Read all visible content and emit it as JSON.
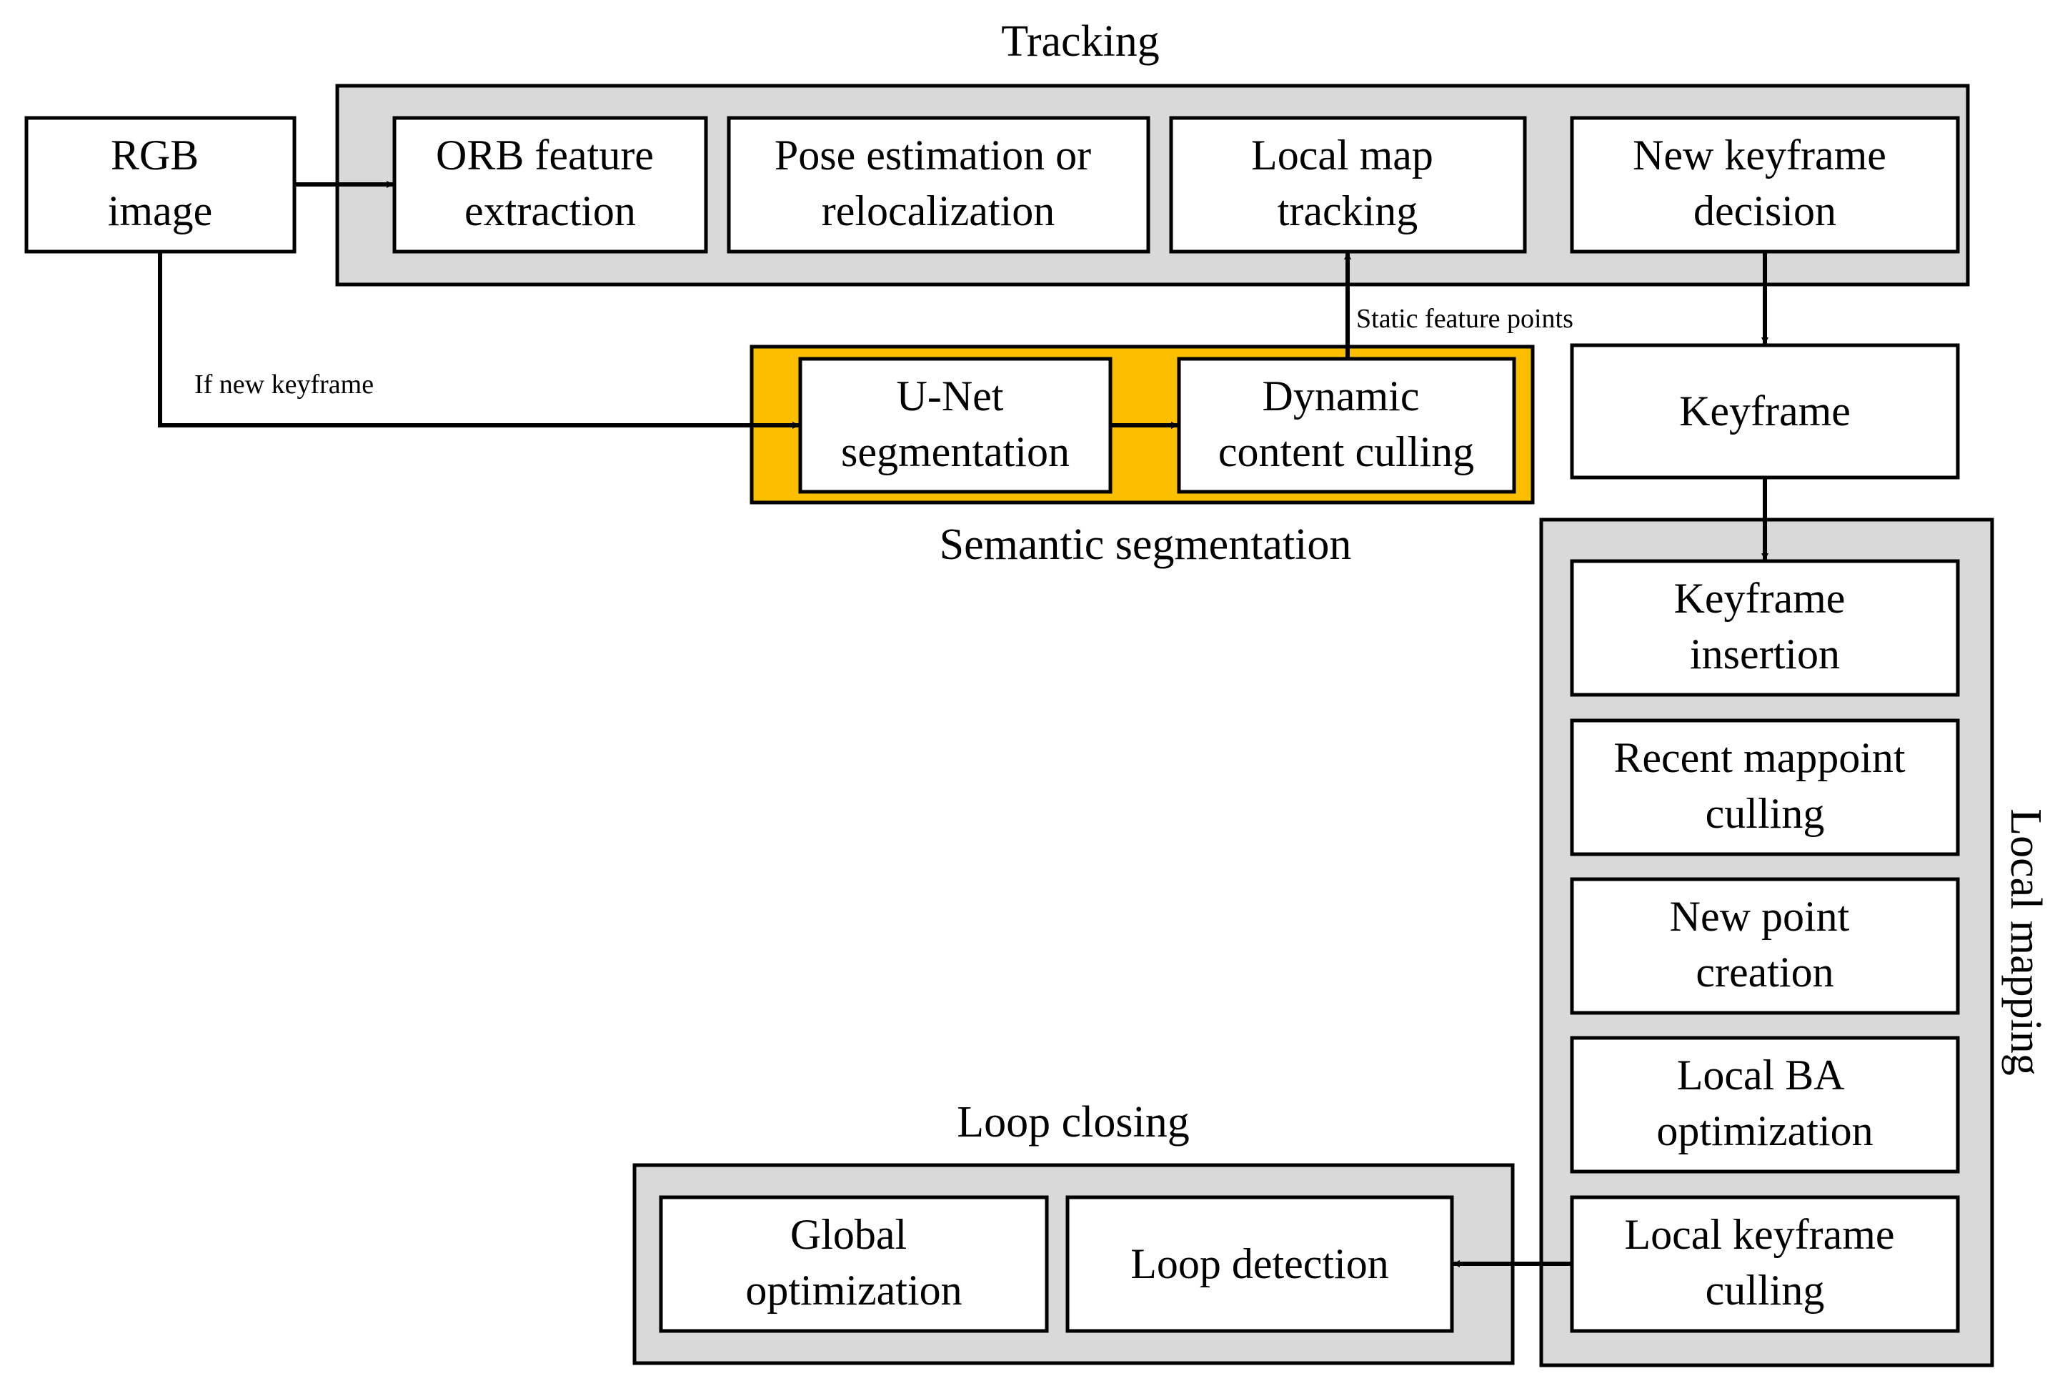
{
  "colors": {
    "group_fill": "#d9d9d9",
    "highlight_fill": "#fbbf00",
    "box_fill": "#ffffff",
    "stroke": "#000000"
  },
  "groups": {
    "tracking": "Tracking",
    "semantic": "Semantic segmentation",
    "local_mapping": "Local mapping",
    "loop_closing": "Loop closing"
  },
  "boxes": {
    "rgb_image": [
      "RGB",
      "image"
    ],
    "orb_feature_extraction": [
      "ORB feature",
      "extraction"
    ],
    "pose_estimation": [
      "Pose estimation or",
      "relocalization"
    ],
    "local_map_tracking": [
      "Local map",
      "tracking"
    ],
    "new_keyframe_decision": [
      "New keyframe",
      "decision"
    ],
    "unet_segmentation": [
      "U-Net",
      "segmentation"
    ],
    "dynamic_content_culling": [
      "Dynamic",
      "content culling"
    ],
    "keyframe": [
      "Keyframe"
    ],
    "keyframe_insertion": [
      "Keyframe",
      "insertion"
    ],
    "recent_mappoint_culling": [
      "Recent mappoint",
      "culling"
    ],
    "new_point_creation": [
      "New point",
      "creation"
    ],
    "local_ba_optimization": [
      "Local BA",
      "optimization"
    ],
    "local_keyframe_culling": [
      "Local keyframe",
      "culling"
    ],
    "loop_detection": [
      "Loop detection"
    ],
    "global_optimization": [
      "Global",
      "optimization"
    ]
  },
  "edge_labels": {
    "if_new_keyframe": "If new keyframe",
    "static_feature_points": "Static feature points"
  }
}
